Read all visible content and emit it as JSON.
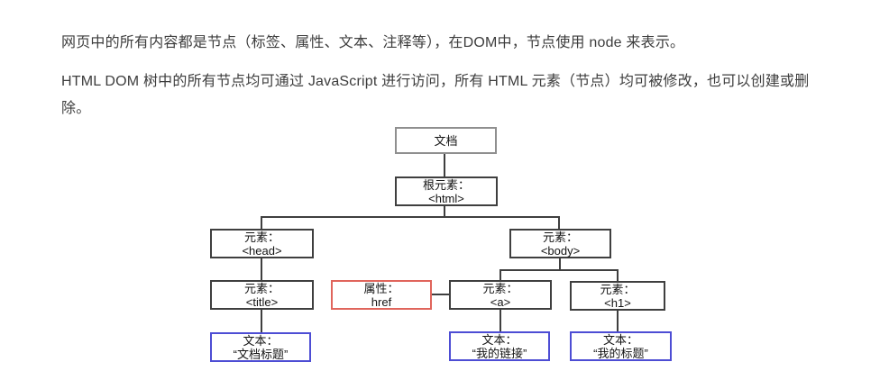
{
  "colors": {
    "background": "#ffffff",
    "body_text": "#3d3d3d",
    "node_border_default": "#3f3f3f",
    "node_border_document": "#8f8f8f",
    "node_border_attribute": "#e0655c",
    "node_border_textnode": "#4d4dd4",
    "connector": "#3f3f3f"
  },
  "intro": {
    "paragraph1": "网页中的所有内容都是节点（标签、属性、文本、注释等），在DOM中，节点使用 node 来表示。",
    "paragraph2": "HTML DOM 树中的所有节点均可通过 JavaScript 进行访问，所有 HTML 元素（节点）均可被修改，也可以创建或删除。"
  },
  "diagram": {
    "type": "dom-tree",
    "nodes": [
      {
        "id": "document",
        "line1": "文档",
        "line2": "",
        "style": "document"
      },
      {
        "id": "root-html",
        "line1": "根元素：",
        "line2": "<html>",
        "style": "element"
      },
      {
        "id": "element-head",
        "line1": "元素：",
        "line2": "<head>",
        "style": "element"
      },
      {
        "id": "element-body",
        "line1": "元素：",
        "line2": "<body>",
        "style": "element"
      },
      {
        "id": "element-title",
        "line1": "元素：",
        "line2": "<title>",
        "style": "element"
      },
      {
        "id": "attribute-href",
        "line1": "属性：",
        "line2": "href",
        "style": "attribute"
      },
      {
        "id": "element-a",
        "line1": "元素：",
        "line2": "<a>",
        "style": "element"
      },
      {
        "id": "element-h1",
        "line1": "元素：",
        "line2": "<h1>",
        "style": "element"
      },
      {
        "id": "text-doc-title",
        "line1": "文本：",
        "line2": "“文档标题”",
        "style": "textnode"
      },
      {
        "id": "text-my-link",
        "line1": "文本：",
        "line2": "“我的链接”",
        "style": "textnode"
      },
      {
        "id": "text-my-title",
        "line1": "文本：",
        "line2": "“我的标题”",
        "style": "textnode"
      }
    ],
    "edges": [
      "document→root-html",
      "root-html→element-head",
      "root-html→element-body",
      "element-head→element-title",
      "element-title→text-doc-title",
      "element-body→element-a",
      "element-body→element-h1",
      "attribute-href→element-a",
      "element-a→text-my-link",
      "element-h1→text-my-title"
    ]
  }
}
